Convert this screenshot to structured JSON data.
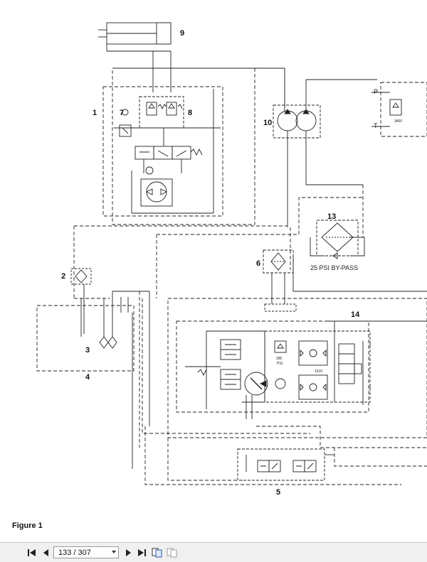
{
  "figure": {
    "caption": "Figure 1",
    "components": [
      {
        "id": "1",
        "label": "1"
      },
      {
        "id": "2",
        "label": "2"
      },
      {
        "id": "3",
        "label": "3"
      },
      {
        "id": "4",
        "label": "4"
      },
      {
        "id": "5",
        "label": "5"
      },
      {
        "id": "6",
        "label": "6"
      },
      {
        "id": "7",
        "label": "7"
      },
      {
        "id": "8",
        "label": "8"
      },
      {
        "id": "9",
        "label": "9"
      },
      {
        "id": "10",
        "label": "10"
      },
      {
        "id": "13",
        "label": "13"
      },
      {
        "id": "14",
        "label": "14"
      }
    ],
    "annotations": {
      "bypass": "25 PSI BY-PASS",
      "port_p": "P",
      "port_t": "T",
      "pressure_3400": "3400",
      "pressure_285": "285",
      "psi": "PSI",
      "pressure_1510": "1510"
    }
  },
  "toolbar": {
    "page_indicator": "133 / 307",
    "icons": [
      "first-page-icon",
      "prev-page-icon",
      "next-page-icon",
      "last-page-icon",
      "single-page-view-icon",
      "continuous-view-icon"
    ]
  }
}
